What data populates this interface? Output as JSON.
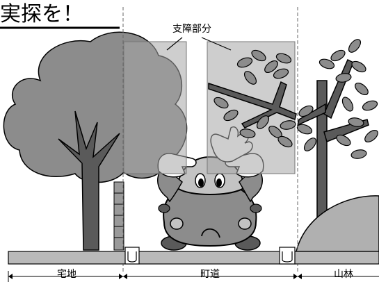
{
  "header": {
    "title_fragment": "実探を！"
  },
  "diagram": {
    "callout_label": "支障部分",
    "zones": {
      "left": "宅地",
      "middle": "町道",
      "right": "山林"
    }
  },
  "colors": {
    "light_gray": "#c3c3c3",
    "mid_gray": "#8c8c8c",
    "dark_gray": "#5a5a5a",
    "overlay": "#b4b4b4",
    "ground": "#b9b9b9"
  }
}
